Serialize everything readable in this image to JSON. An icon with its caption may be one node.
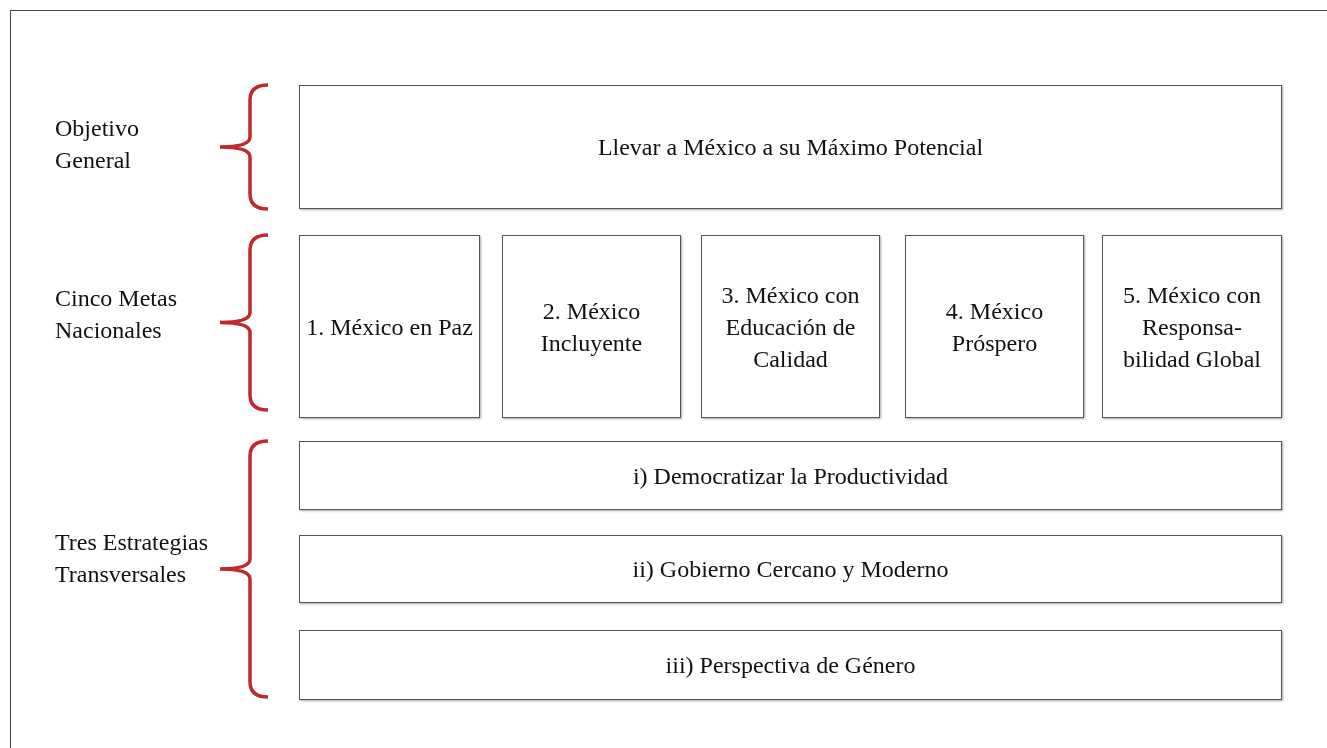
{
  "diagram": {
    "nodes": [
      {
        "text": [
          "Llevar a México a su Máximo Potencial"
        ]
      },
      {
        "text": [
          "1. México en Paz"
        ]
      },
      {
        "text": [
          "2. México Incluyente"
        ]
      },
      {
        "text": [
          "3. México con Educación de Calidad"
        ]
      },
      {
        "text": [
          "4. México Próspero"
        ]
      },
      {
        "text": [
          "5. México con Responsa- bilidad Global"
        ]
      },
      {
        "text": [
          "i) Democratizar la Productividad"
        ]
      },
      {
        "text": [
          "ii) Gobierno Cercano y Moderno"
        ]
      },
      {
        "text": [
          "iii) Perspectiva de Género"
        ]
      }
    ],
    "labels": [
      "Objetivo General",
      "Cinco Metas Nacionales",
      "Tres Estrategias Transversales"
    ]
  }
}
